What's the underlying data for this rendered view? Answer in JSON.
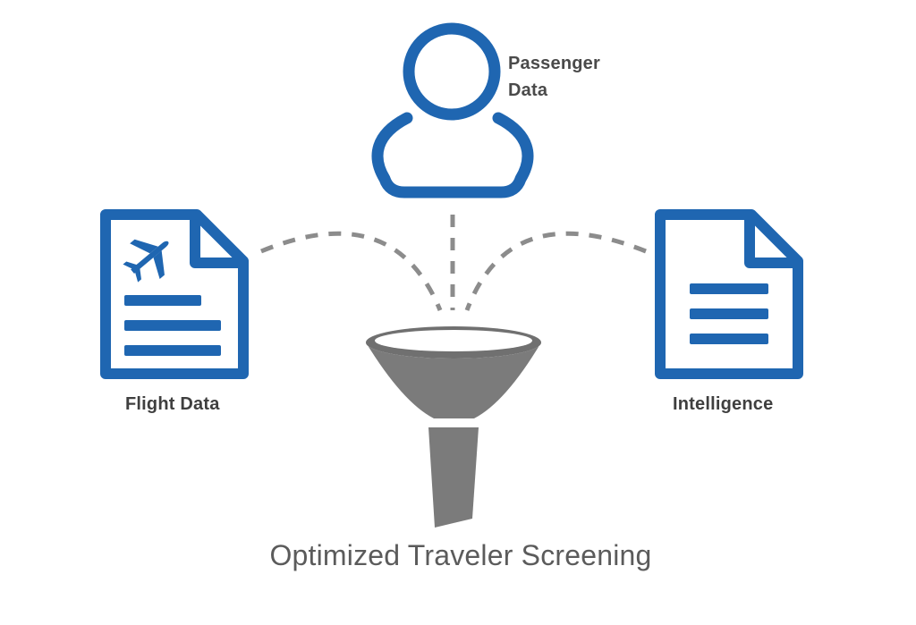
{
  "nodes": {
    "passenger": {
      "line1": "Passenger",
      "line2": "Data"
    },
    "flight": {
      "label": "Flight Data"
    },
    "intelligence": {
      "label": "Intelligence"
    }
  },
  "output": {
    "title": "Optimized Traveler Screening"
  },
  "icons": {
    "passenger": "person-icon",
    "flight": "flight-document-icon",
    "intelligence": "document-icon",
    "funnel": "funnel-icon"
  },
  "colors": {
    "accent": "#1f66b1",
    "funnel": "#7b7b7b",
    "funnel_rim": "#6f6f6f",
    "connector": "#8c8c8c",
    "text": "#444444"
  }
}
